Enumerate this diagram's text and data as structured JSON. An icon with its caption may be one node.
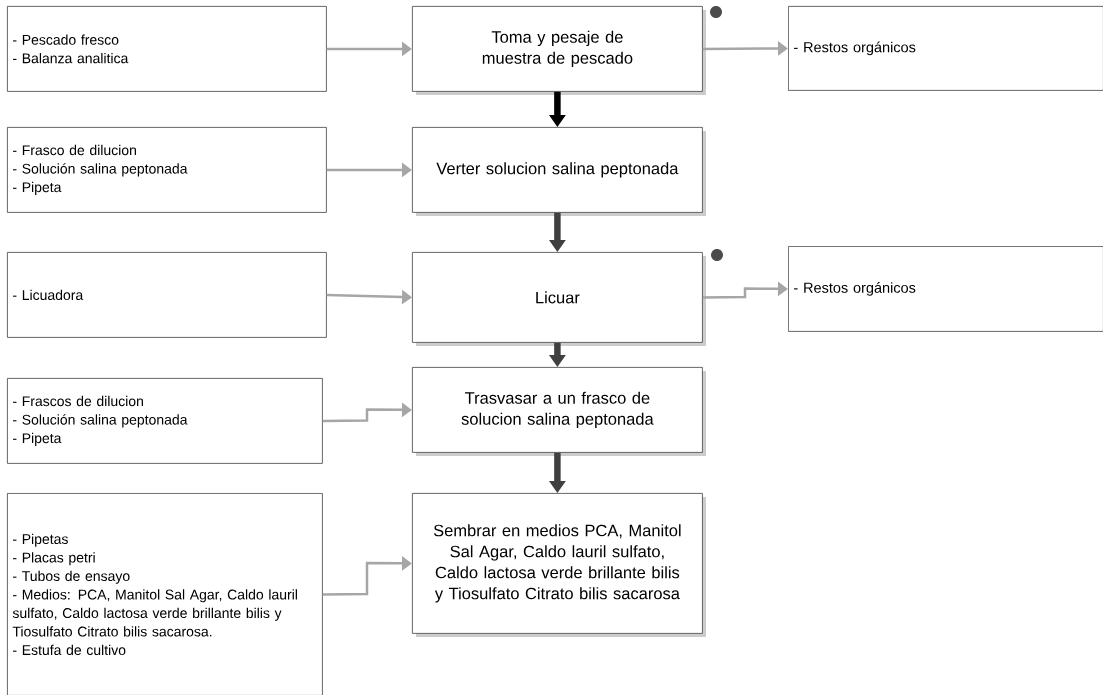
{
  "diagram": {
    "nodes": [
      {
        "text": [
          "- Pescado fresco",
          "- Balanza analitica"
        ]
      },
      {
        "text": [
          "Toma y pesaje de muestra de pescado"
        ]
      },
      {
        "text": [
          "- Restos orgánicos"
        ]
      },
      {
        "text": [
          "- Frasco de dilucion",
          "- Solución salina peptonada",
          "- Pipeta"
        ]
      },
      {
        "text": [
          "Verter solucion salina peptonada"
        ]
      },
      {
        "text": [
          "- Licuadora"
        ]
      },
      {
        "text": [
          "Licuar"
        ]
      },
      {
        "text": [
          "- Restos orgánicos"
        ]
      },
      {
        "text": [
          "- Frascos de dilucion",
          "- Solución salina peptonada",
          "- Pipeta"
        ]
      },
      {
        "text": [
          "Trasvasar a un frasco de solucion salina peptonada"
        ]
      },
      {
        "text": [
          "- Pipetas",
          "- Placas petri",
          "- Tubos de ensayo",
          "- Medios: PCA, Manitol Sal Agar, Caldo lauril sulfato, Caldo lactosa verde brillante bilis y Tiosulfato Citrato bilis sacarosa.",
          "- Estufa de cultivo"
        ]
      },
      {
        "text": [
          "Sembrar en medios PCA, Manitol Sal Agar, Caldo lauril sulfato, Caldo lactosa verde brillante bilis y Tiosulfato Citrato bilis sacarosa"
        ]
      }
    ],
    "edges": [
      {
        "from": 0,
        "to": 1,
        "arrow": "to",
        "color": "#a6a6a6"
      },
      {
        "from": 1,
        "to": 2,
        "arrow": "to",
        "color": "#a6a6a6"
      },
      {
        "from": 1,
        "to": 4,
        "arrow": "to",
        "style": "thick",
        "color": "#000000"
      },
      {
        "from": 3,
        "to": 4,
        "arrow": "to",
        "color": "#a6a6a6"
      },
      {
        "from": 4,
        "to": 6,
        "arrow": "to",
        "style": "thick",
        "color": "#404040"
      },
      {
        "from": 5,
        "to": 6,
        "arrow": "to",
        "color": "#a6a6a6"
      },
      {
        "from": 6,
        "to": 7,
        "arrow": "to",
        "color": "#a6a6a6"
      },
      {
        "from": 6,
        "to": 9,
        "arrow": "to",
        "style": "thick",
        "color": "#404040"
      },
      {
        "from": 8,
        "to": 9,
        "arrow": "to",
        "color": "#a6a6a6"
      },
      {
        "from": 9,
        "to": 11,
        "arrow": "to",
        "style": "thick",
        "color": "#404040"
      },
      {
        "from": 10,
        "to": 11,
        "arrow": "to",
        "color": "#a6a6a6"
      }
    ]
  }
}
